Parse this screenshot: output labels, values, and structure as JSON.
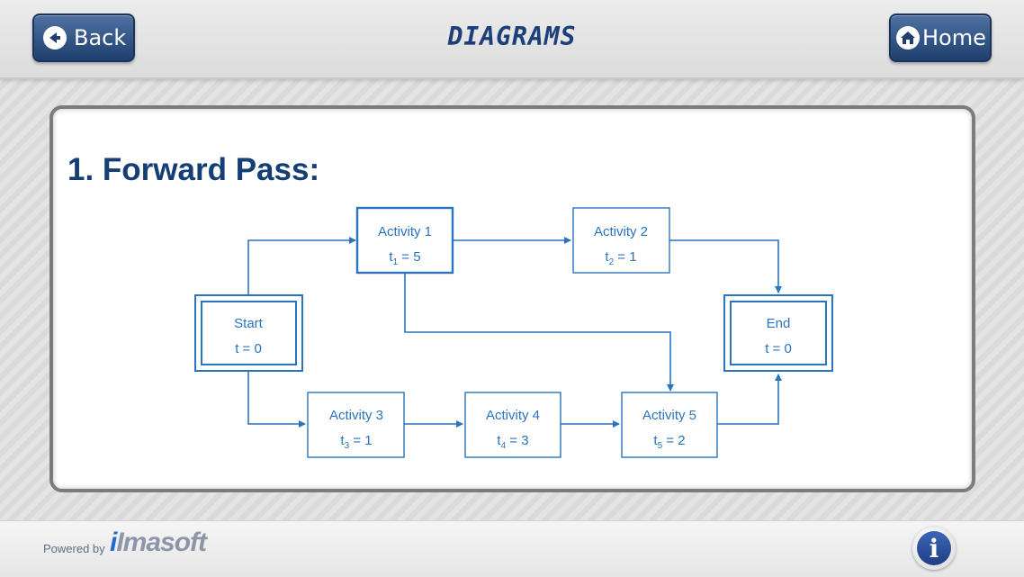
{
  "header": {
    "back_label": "Back",
    "title": "DIAGRAMS",
    "home_label": "Home"
  },
  "content": {
    "heading": "1. Forward Pass:"
  },
  "diagram": {
    "nodes": {
      "start": {
        "label": "Start",
        "value": "t = 0"
      },
      "act1": {
        "label": "Activity 1",
        "t": "t",
        "sub": "1",
        "val": " = 5"
      },
      "act2": {
        "label": "Activity 2",
        "t": "t",
        "sub": "2",
        "val": " = 1"
      },
      "act3": {
        "label": "Activity 3",
        "t": "t",
        "sub": "3",
        "val": " = 1"
      },
      "act4": {
        "label": "Activity 4",
        "t": "t",
        "sub": "4",
        "val": " = 3"
      },
      "act5": {
        "label": "Activity 5",
        "t": "t",
        "sub": "5",
        "val": " = 2"
      },
      "end": {
        "label": "End",
        "value": "t = 0"
      }
    },
    "edges": [
      [
        "Start",
        "Activity 1"
      ],
      [
        "Start",
        "Activity 3"
      ],
      [
        "Activity 1",
        "Activity 2"
      ],
      [
        "Activity 1",
        "Activity 5"
      ],
      [
        "Activity 2",
        "End"
      ],
      [
        "Activity 3",
        "Activity 4"
      ],
      [
        "Activity 4",
        "Activity 5"
      ],
      [
        "Activity 5",
        "End"
      ]
    ],
    "color": "#2a74c0"
  },
  "footer": {
    "powered_by": "Powered by",
    "brand_i": "i",
    "brand_rest": "Imasoft",
    "info_icon": "i"
  }
}
